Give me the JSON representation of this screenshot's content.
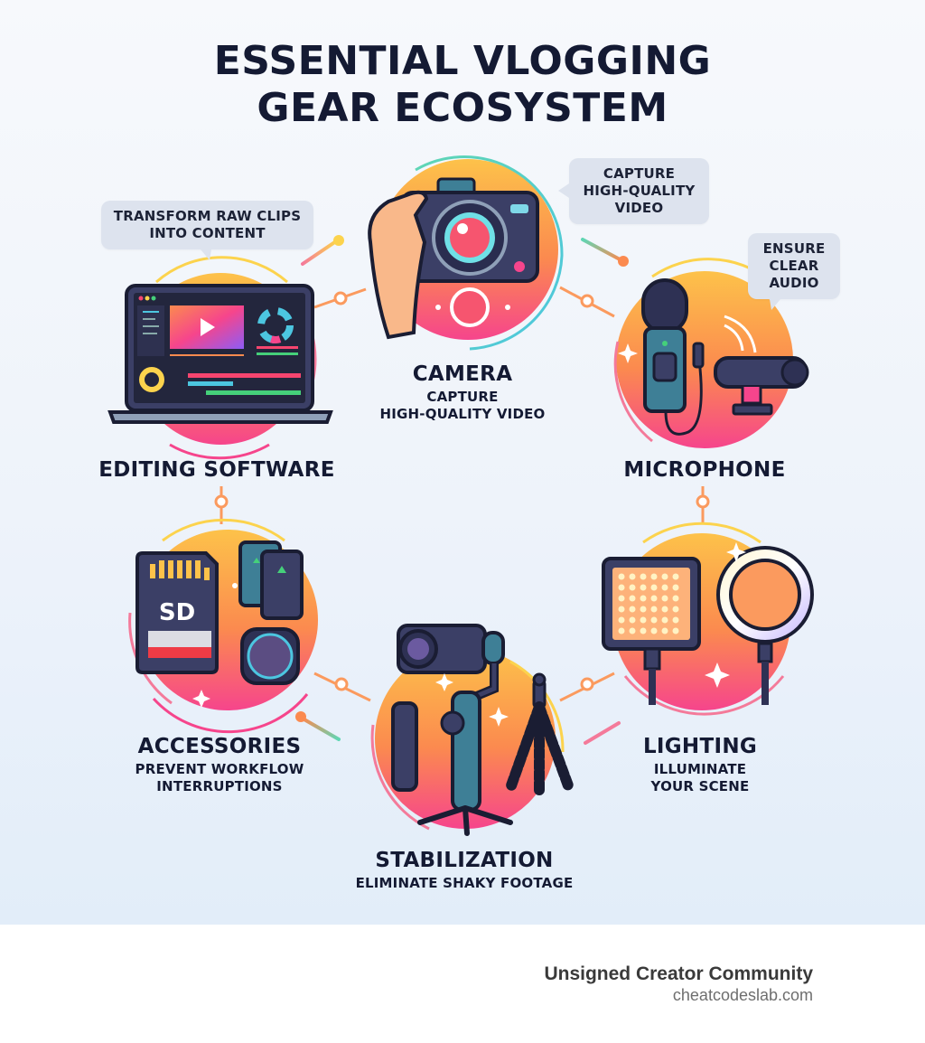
{
  "title": {
    "line1": "ESSENTIAL VLOGGING",
    "line2": "GEAR ECOSYSTEM"
  },
  "nodes": [
    {
      "id": "camera",
      "name": "CAMERA",
      "desc_lines": [
        "CAPTURE",
        "HIGH-QUALITY VIDEO"
      ],
      "bubble_lines": [
        "CAPTURE",
        "HIGH-QUALITY",
        "VIDEO"
      ],
      "icon": "camera-in-hand-icon"
    },
    {
      "id": "microphone",
      "name": "MICROPHONE",
      "desc_lines": [],
      "bubble_lines": [
        "ENSURE",
        "CLEAR",
        "AUDIO"
      ],
      "icon": "microphone-icon"
    },
    {
      "id": "lighting",
      "name": "LIGHTING",
      "desc_lines": [
        "ILLUMINATE",
        "YOUR SCENE"
      ],
      "bubble_lines": [],
      "icon": "led-panel-and-ring-light-icon"
    },
    {
      "id": "stabilization",
      "name": "STABILIZATION",
      "desc_lines": [
        "ELIMINATE SHAKY FOOTAGE"
      ],
      "bubble_lines": [],
      "icon": "gimbal-and-tripod-icon"
    },
    {
      "id": "accessories",
      "name": "ACCESSORIES",
      "desc_lines": [
        "PREVENT WORKFLOW",
        "INTERRUPTIONS"
      ],
      "bubble_lines": [],
      "icon": "sd-card-battery-filter-icon",
      "sd_label": "SD"
    },
    {
      "id": "editing",
      "name": "EDITING SOFTWARE",
      "desc_lines": [],
      "bubble_lines": [
        "TRANSFORM RAW CLIPS",
        "INTO CONTENT"
      ],
      "icon": "laptop-editor-icon"
    }
  ],
  "colors": {
    "title": "#141a33",
    "gradient_top": "#fdc24a",
    "gradient_mid": "#fb8a4f",
    "gradient_bottom": "#f6458c",
    "device_dark": "#3b3f66",
    "device_teal": "#3e7f96",
    "bubble_bg": "#dde3ee",
    "accent_green": "#45d07a",
    "accent_cyan": "#4cc6e0"
  },
  "footer": {
    "organization": "Unsigned Creator Community",
    "website": "cheatcodeslab.com"
  }
}
